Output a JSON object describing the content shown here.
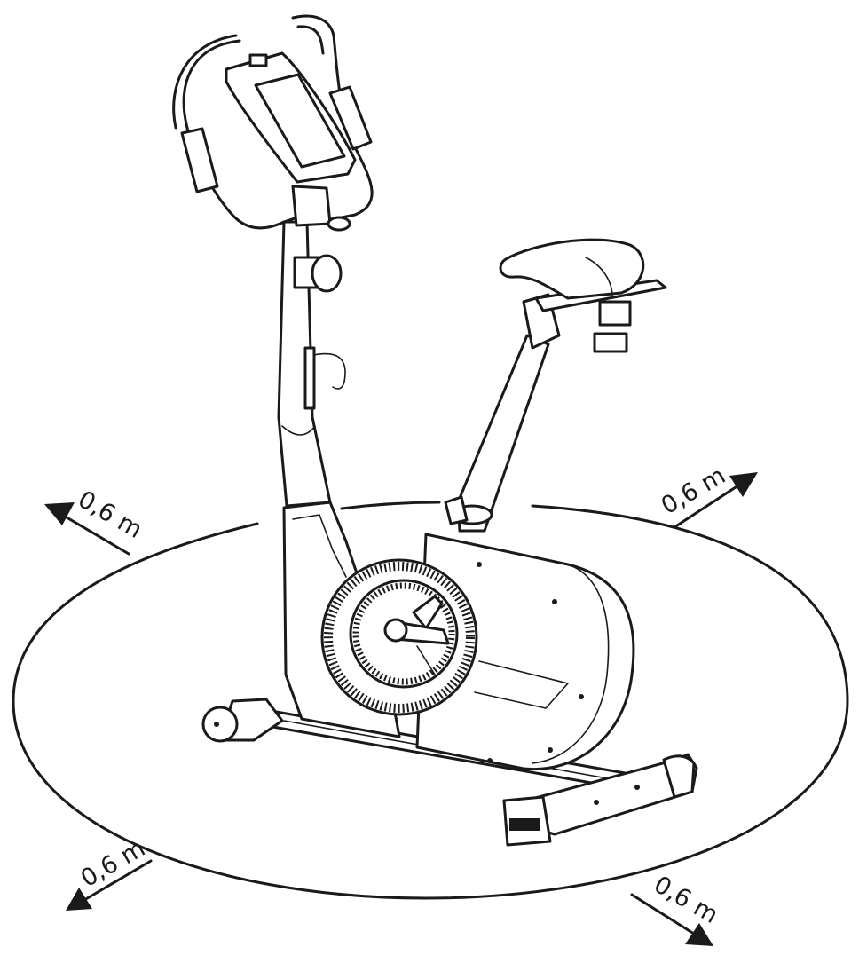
{
  "clearance": {
    "top_left": "0,6 m",
    "top_right": "0,6 m",
    "bottom_left": "0,6 m",
    "bottom_right": "0,6 m"
  },
  "colors": {
    "line": "#1a1a1a",
    "background": "#ffffff"
  }
}
